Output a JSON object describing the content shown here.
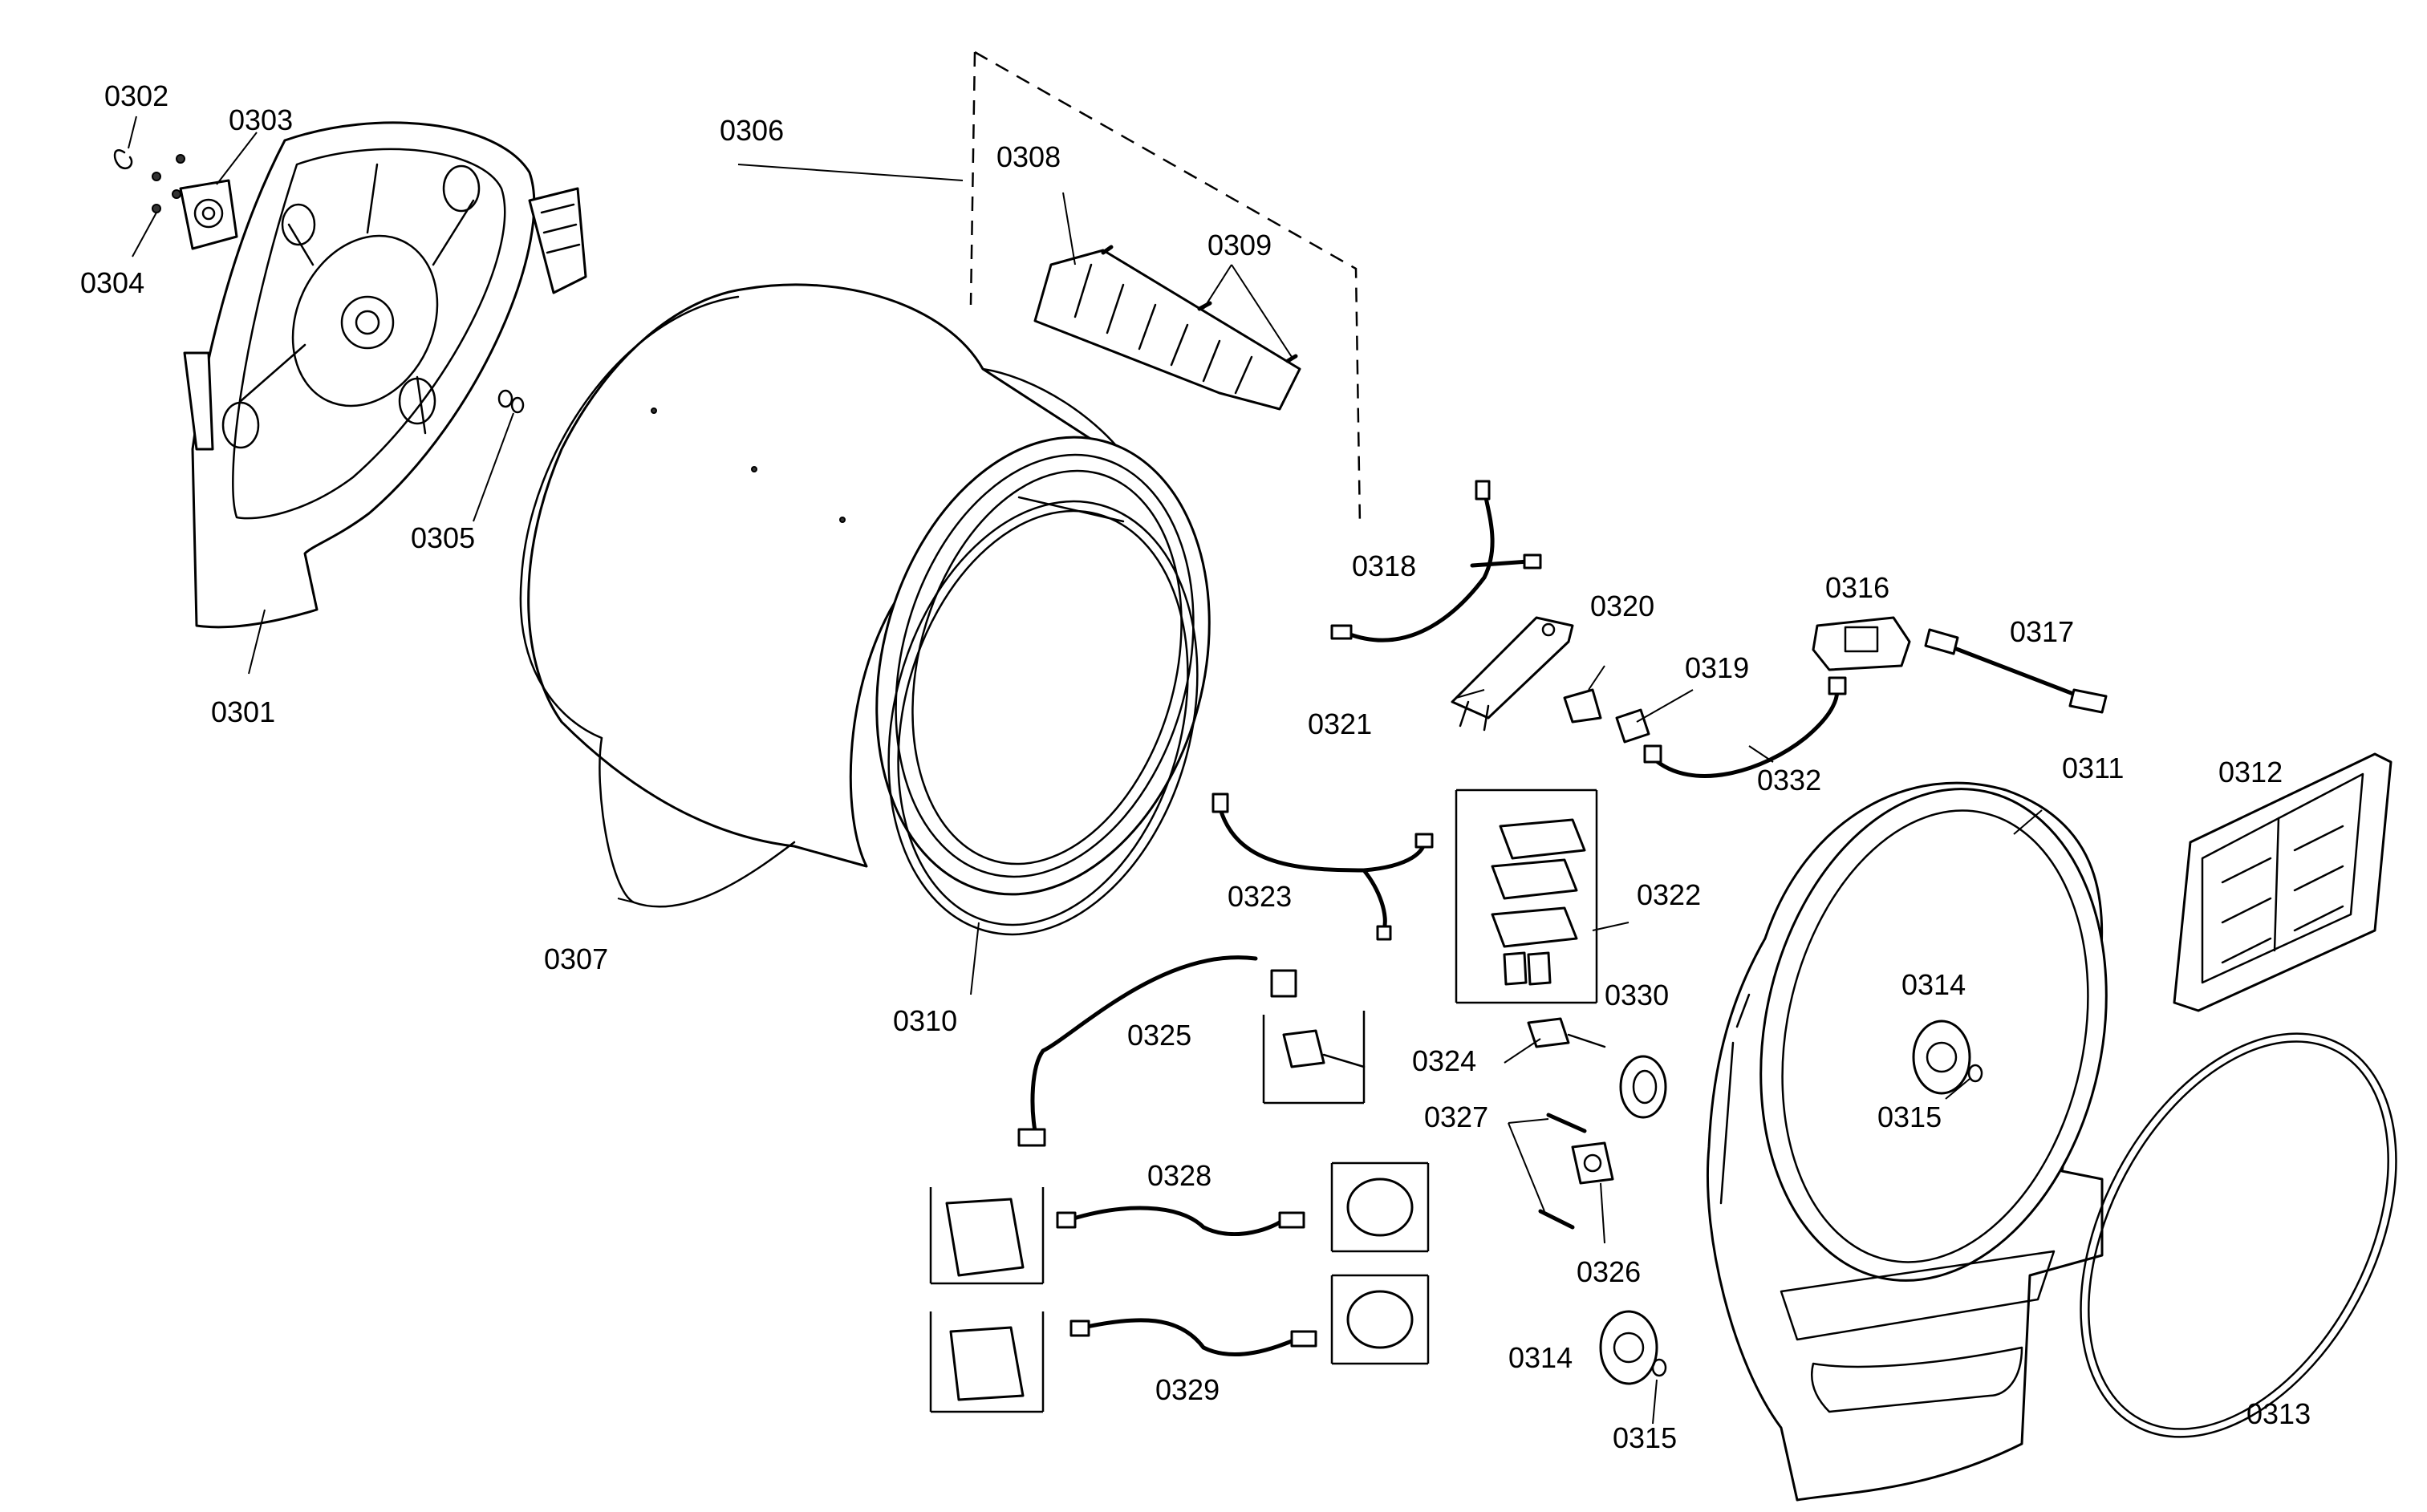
{
  "labels": {
    "p0301": "0301",
    "p0302": "0302",
    "p0303": "0303",
    "p0304": "0304",
    "p0305": "0305",
    "p0306": "0306",
    "p0307": "0307",
    "p0308": "0308",
    "p0309": "0309",
    "p0310": "0310",
    "p0311": "0311",
    "p0312": "0312",
    "p0313": "0313",
    "p0314a": "0314",
    "p0314b": "0314",
    "p0315a": "0315",
    "p0315b": "0315",
    "p0316": "0316",
    "p0317": "0317",
    "p0318": "0318",
    "p0319": "0319",
    "p0320": "0320",
    "p0321": "0321",
    "p0322": "0322",
    "p0323": "0323",
    "p0324": "0324",
    "p0325": "0325",
    "p0326": "0326",
    "p0327": "0327",
    "p0328": "0328",
    "p0329": "0329",
    "p0330": "0330",
    "p0332": "0332"
  }
}
